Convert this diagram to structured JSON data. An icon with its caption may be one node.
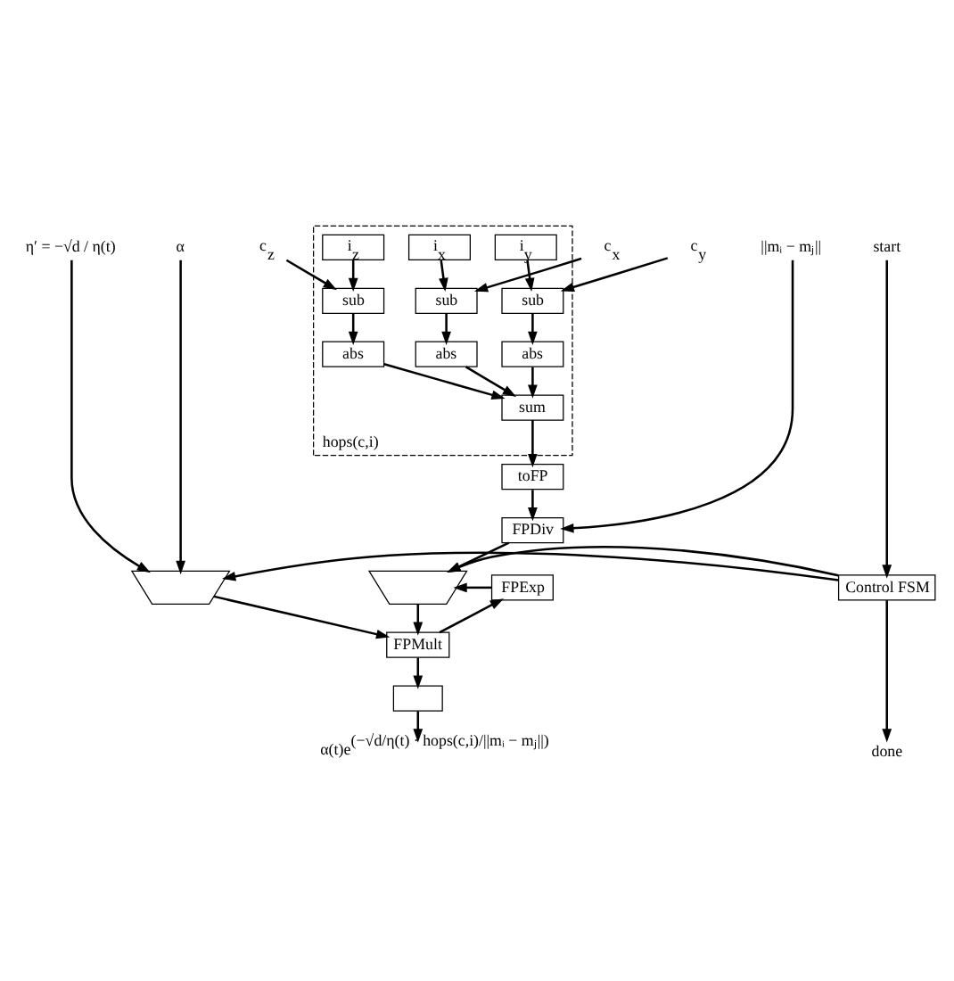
{
  "diagram": {
    "nodes": [
      {
        "text": [
          "η′ = −√d / η(t)"
        ]
      },
      {
        "text": [
          "α"
        ]
      },
      {
        "text": [
          "c$_{x}$"
        ]
      },
      {
        "text": [
          "c$_{y}$"
        ]
      },
      {
        "text": [
          "c$_{z}$"
        ]
      },
      {
        "text": [
          "||mᵢ − mⱼ||"
        ]
      },
      {
        "text": [
          "start"
        ]
      },
      {
        "text": [
          "hops(c,i)"
        ]
      },
      {
        "text": [
          "i$_{x}$"
        ],
        "in": 7
      },
      {
        "text": [
          "i$_{y}$"
        ],
        "in": 7
      },
      {
        "text": [
          "i$_{z}$"
        ],
        "in": 7
      },
      {
        "text": [
          "sub"
        ],
        "in": 7
      },
      {
        "text": [
          "sub"
        ],
        "in": 7
      },
      {
        "text": [
          "sub"
        ],
        "in": 7
      },
      {
        "text": [
          "abs"
        ],
        "in": 7
      },
      {
        "text": [
          "abs"
        ],
        "in": 7
      },
      {
        "text": [
          "abs"
        ],
        "in": 7
      },
      {
        "text": [
          "sum"
        ],
        "in": 7
      },
      {
        "text": [
          "toFP"
        ]
      },
      {
        "text": [
          "FPDiv"
        ]
      },
      {
        "text": [],
        "shape": "trapezium"
      },
      {
        "text": [],
        "shape": "trapezium"
      },
      {
        "text": [
          "Control FSM"
        ]
      },
      {
        "text": [
          "FPMult"
        ]
      },
      {
        "text": [],
        "shape": "box"
      },
      {
        "text": [
          "FPExp"
        ]
      },
      {
        "text": [
          "α(t)e$^{(−√d/η(t) · hops(c,i)/||mᵢ − mⱼ||)}$"
        ]
      },
      {
        "text": [
          "done"
        ]
      }
    ],
    "edges": [
      {
        "from": 2,
        "to": 11,
        "arrow": "to"
      },
      {
        "from": 8,
        "to": 11,
        "arrow": "to"
      },
      {
        "from": 3,
        "to": 12,
        "arrow": "to"
      },
      {
        "from": 9,
        "to": 12,
        "arrow": "to"
      },
      {
        "from": 4,
        "to": 13,
        "arrow": "to"
      },
      {
        "from": 10,
        "to": 13,
        "arrow": "to"
      },
      {
        "from": 11,
        "to": 14,
        "arrow": "to"
      },
      {
        "from": 12,
        "to": 15,
        "arrow": "to"
      },
      {
        "from": 13,
        "to": 16,
        "arrow": "to"
      },
      {
        "from": 14,
        "to": 17,
        "arrow": "to"
      },
      {
        "from": 15,
        "to": 17,
        "arrow": "to"
      },
      {
        "from": 16,
        "to": 17,
        "arrow": "to"
      },
      {
        "from": 17,
        "to": 18,
        "arrow": "to"
      },
      {
        "from": 18,
        "to": 19,
        "arrow": "to"
      },
      {
        "from": 5,
        "to": 19,
        "arrow": "to"
      },
      {
        "from": 0,
        "to": 20,
        "arrow": "to"
      },
      {
        "from": 1,
        "to": 20,
        "arrow": "to"
      },
      {
        "from": 19,
        "to": 21,
        "arrow": "to"
      },
      {
        "from": 25,
        "to": 21,
        "arrow": "to"
      },
      {
        "from": 6,
        "to": 22,
        "arrow": "to"
      },
      {
        "from": 22,
        "to": 21,
        "arrow": "to"
      },
      {
        "from": 22,
        "to": 20,
        "arrow": "to"
      },
      {
        "from": 20,
        "to": 23,
        "arrow": "to"
      },
      {
        "from": 21,
        "to": 23,
        "arrow": "to"
      },
      {
        "from": 23,
        "to": 24,
        "arrow": "to"
      },
      {
        "from": 23,
        "to": 25,
        "arrow": "to"
      },
      {
        "from": 24,
        "to": 26,
        "arrow": "to"
      },
      {
        "from": 22,
        "to": 27,
        "arrow": "to"
      }
    ]
  }
}
